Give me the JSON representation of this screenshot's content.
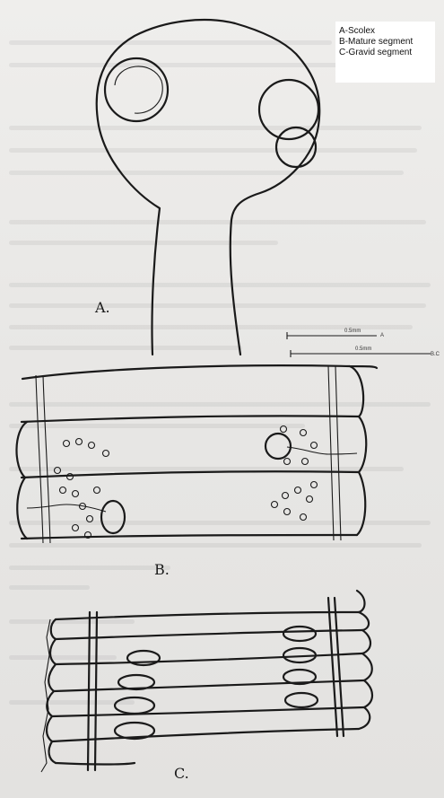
{
  "legend": {
    "line_a": "A-Scolex",
    "line_b": "B-Mature segment",
    "line_c": "C-Gravid segment"
  },
  "figure_labels": {
    "a": "A.",
    "b": "B.",
    "c": "C."
  },
  "scale_bars": {
    "bar_a_value": "0.5mm",
    "bar_a_tag": "A",
    "bar_b_value": "0.5mm",
    "bar_b_tag": "B.C"
  },
  "colors": {
    "ink": "#1a1a1a",
    "paper": "#ecebe9",
    "legend_bg": "#ffffff"
  }
}
